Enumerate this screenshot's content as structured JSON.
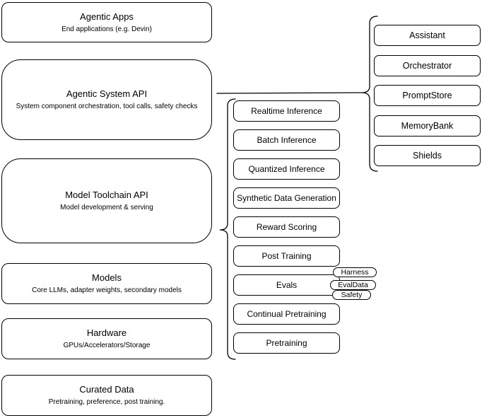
{
  "diagram": {
    "stack_layers": [
      {
        "title": "Agentic Apps",
        "subtitle": "End applications (e.g. Devin)"
      },
      {
        "title": "Agentic System API",
        "subtitle": "System component orchestration, tool calls, safety checks"
      },
      {
        "title": "Model Toolchain API",
        "subtitle": "Model development & serving"
      },
      {
        "title": "Models",
        "subtitle": "Core LLMs, adapter weights, secondary models"
      },
      {
        "title": "Hardware",
        "subtitle": "GPUs/Accelerators/Storage"
      },
      {
        "title": "Curated Data",
        "subtitle": "Pretraining, preference, post training."
      }
    ],
    "toolchain_capabilities": [
      "Realtime Inference",
      "Batch Inference",
      "Quantized Inference",
      "Synthetic Data Generation",
      "Reward Scoring",
      "Post Training",
      "Evals",
      "Continual Pretraining",
      "Pretraining"
    ],
    "eval_tags": [
      "Harness",
      "EvalData",
      "Safety"
    ],
    "system_components": [
      "Assistant",
      "Orchestrator",
      "PromptStore",
      "MemoryBank",
      "Shields"
    ],
    "colors": {
      "stroke": "#000000",
      "fill": "#ffffff",
      "background": "#ffffff",
      "text": "#000000"
    }
  }
}
